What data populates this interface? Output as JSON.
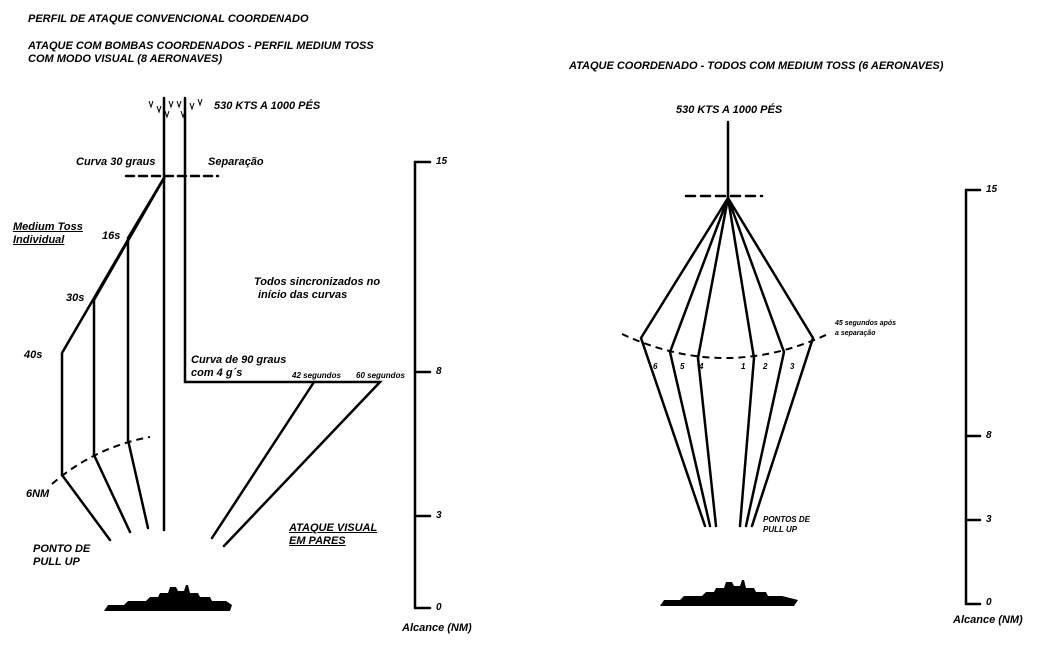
{
  "left": {
    "title1": "PERFIL DE ATAQUE CONVENCIONAL COORDENADO",
    "title2_line1": "ATAQUE COM BOMBAS COORDENADOS - PERFIL MEDIUM TOSS",
    "title2_line2": "COM MODO VISUAL (8 AERONAVES)",
    "speed": "530 KTS A 1000 PÉS",
    "curva30": "Curva 30 graus",
    "separacao": "Separação",
    "medium_toss_1": "Medium Toss",
    "medium_toss_2": "Individual",
    "t16": "16s",
    "t30": "30s",
    "t40": "40s",
    "sync_1": "Todos sincronizados no",
    "sync_2": "início das curvas",
    "curva90_1": "Curva de 90 graus",
    "curva90_2": "com 4 g´s",
    "seg42": "42 segundos",
    "seg60": "60 segundos",
    "nm6": "6NM",
    "pull_up_1": "PONTO DE",
    "pull_up_2": "PULL UP",
    "ataque_visual_1": "ATAQUE VISUAL",
    "ataque_visual_2": "EM PARES",
    "scale_ticks": [
      "15",
      "8",
      "3",
      "0"
    ],
    "range_label": "Alcance (NM)"
  },
  "right": {
    "title": "ATAQUE COORDENADO - TODOS COM MEDIUM TOSS (6 AERONAVES)",
    "speed": "530 KTS A 1000 PÉS",
    "sep_note_1": "45 segundos após",
    "sep_note_2": "a separação",
    "aircraft_numbers": [
      "6",
      "5",
      "4",
      "1",
      "2",
      "3"
    ],
    "pontos_1": "PONTOS DE",
    "pontos_2": "PULL UP",
    "scale_ticks": [
      "15",
      "8",
      "3",
      "0"
    ],
    "range_label": "Alcance (NM)"
  }
}
